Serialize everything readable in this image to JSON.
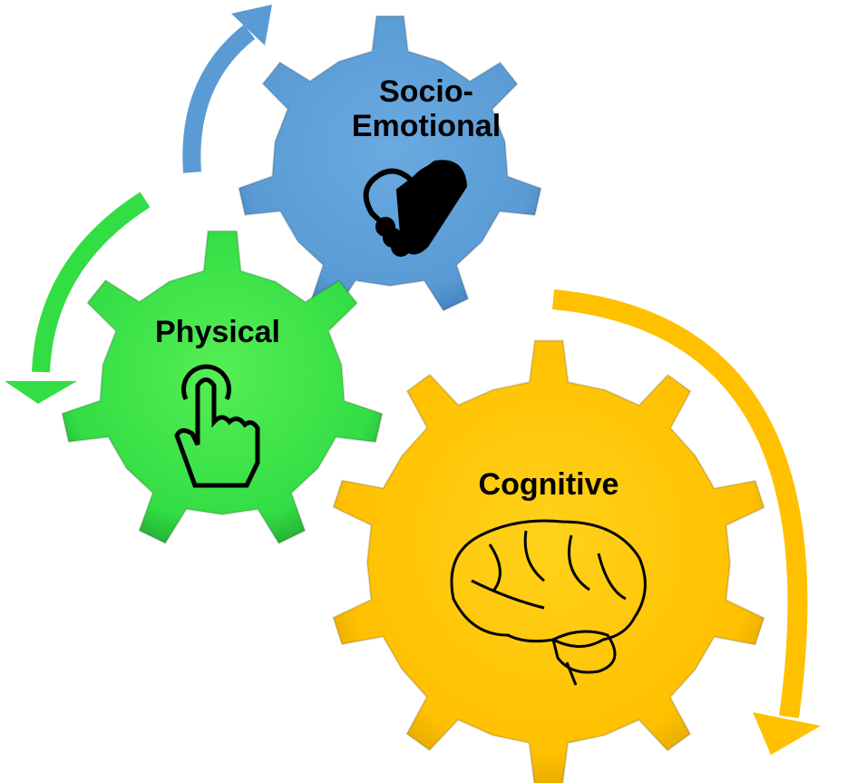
{
  "gears": [
    {
      "id": "socio-emotional",
      "label_line1": "Socio-",
      "label_line2": "Emotional",
      "icon": "handshake-heart-icon",
      "color": "#5b9bd5"
    },
    {
      "id": "physical",
      "label": "Physical",
      "icon": "pointing-hand-icon",
      "color": "#33dd44"
    },
    {
      "id": "cognitive",
      "label": "Cognitive",
      "icon": "brain-icon",
      "color": "#ffc000"
    }
  ],
  "arrows": [
    {
      "from": "physical",
      "to": "socio-emotional",
      "color": "#5b9bd5"
    },
    {
      "from": "socio-emotional",
      "to": "physical",
      "color": "#33dd44"
    },
    {
      "from": "cognitive",
      "to": "cognitive",
      "color": "#ffc000"
    }
  ]
}
